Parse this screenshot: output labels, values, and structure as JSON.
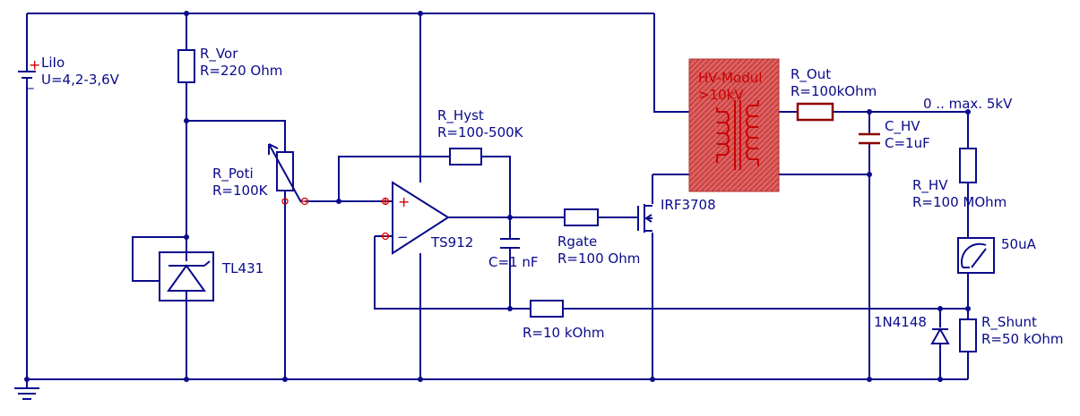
{
  "battery": {
    "name": "LiIo",
    "value": "U=4,2-3,6V",
    "plus": "+",
    "minus": "_"
  },
  "r_vor": {
    "name": "R_Vor",
    "value": "R=220 Ohm"
  },
  "r_poti": {
    "name": "R_Poti",
    "value": "R=100K"
  },
  "tl431": {
    "name": "TL431"
  },
  "r_hyst": {
    "name": "R_Hyst",
    "value": "R=100-500K"
  },
  "opamp": {
    "name": "TS912",
    "plus": "+",
    "minus": "−"
  },
  "cap_filter": {
    "value": "C=1 nF"
  },
  "r_gate": {
    "name": "Rgate",
    "value": "R=100 Ohm"
  },
  "mosfet": {
    "name": "IRF3708"
  },
  "r_fb": {
    "value": "R=10 kOhm"
  },
  "hv_module": {
    "name": "HV-Modul",
    "value": ">10kV",
    "fill": "#e06060"
  },
  "r_out": {
    "name": "R_Out",
    "value": "R=100kOhm"
  },
  "output": {
    "label": "0 .. max. 5kV"
  },
  "c_hv": {
    "name": "C_HV",
    "value": "C=1uF"
  },
  "r_hv": {
    "name": "R_HV",
    "value": "R=100 MOhm"
  },
  "meter": {
    "value": "50uA"
  },
  "diode": {
    "name": "1N4148"
  },
  "r_shunt": {
    "name": "R_Shunt",
    "value": "R=50 kOhm"
  },
  "colors": {
    "wire": "#0a0a8c",
    "pin": "#cc0000",
    "r_out_body": "#8b0000"
  }
}
